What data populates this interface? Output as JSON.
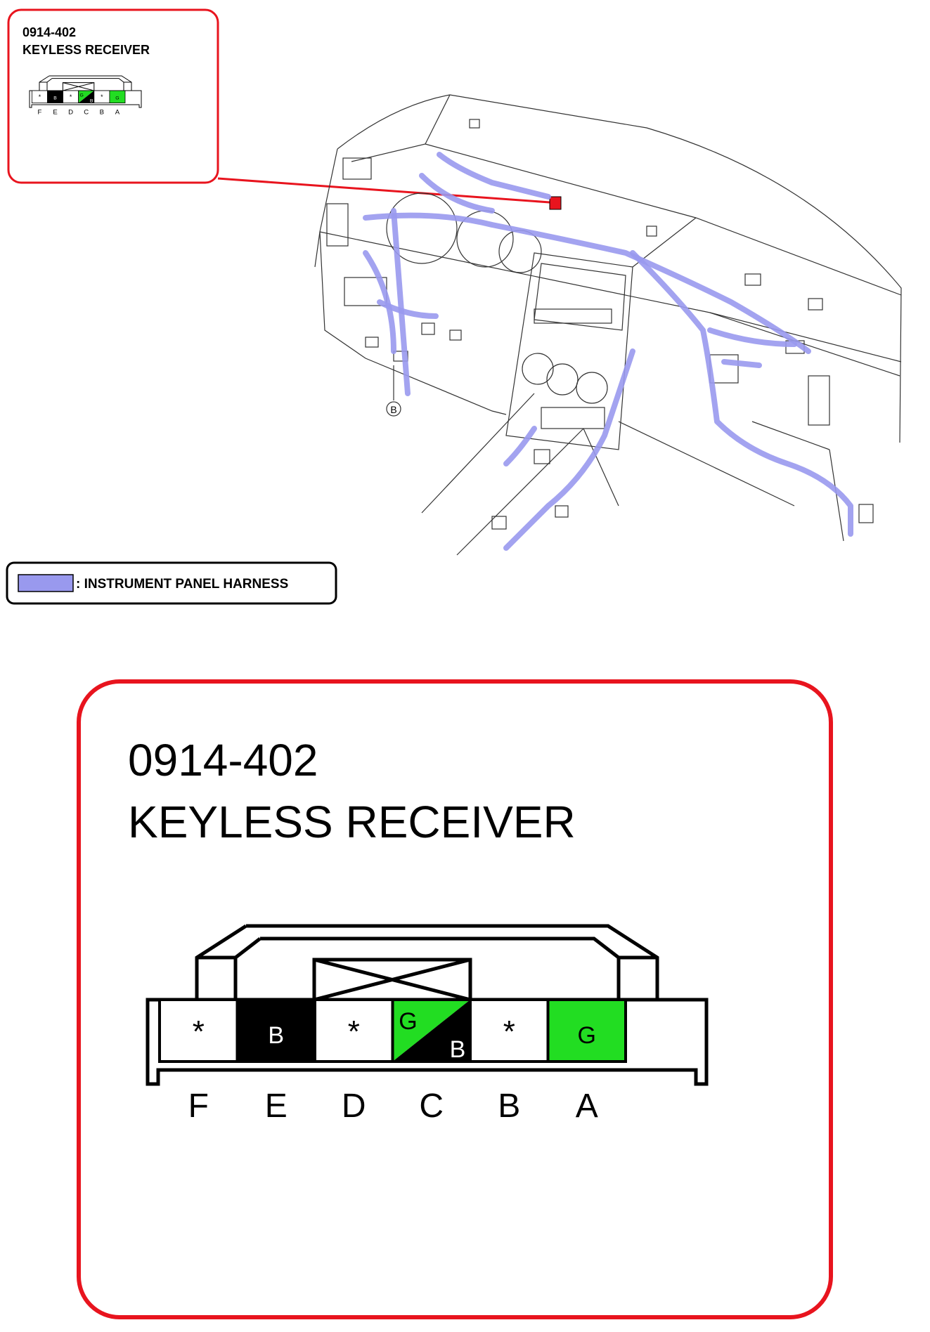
{
  "connector": {
    "code": "0914-402",
    "name": "KEYLESS RECEIVER",
    "pins": [
      {
        "letter": "F",
        "mark": "*",
        "wire_top": "",
        "wire_bottom": "",
        "fill": "white"
      },
      {
        "letter": "E",
        "mark": "",
        "wire_top": "B",
        "wire_bottom": "",
        "fill": "black"
      },
      {
        "letter": "D",
        "mark": "*",
        "wire_top": "",
        "wire_bottom": "",
        "fill": "white"
      },
      {
        "letter": "C",
        "mark": "",
        "wire_top": "G",
        "wire_bottom": "B",
        "fill": "green-black"
      },
      {
        "letter": "B",
        "mark": "*",
        "wire_top": "",
        "wire_bottom": "",
        "fill": "white"
      },
      {
        "letter": "A",
        "mark": "",
        "wire_top": "G",
        "wire_bottom": "",
        "fill": "green"
      }
    ]
  },
  "legend": {
    "label": ": INSTRUMENT PANEL HARNESS",
    "color": "#9999ee"
  },
  "harness_callout": "B",
  "colors": {
    "callout_border": "#e8141e",
    "wire_green": "#22dd22",
    "wire_black": "#000000",
    "harness": "#9999ee",
    "locator": "#e8141e"
  }
}
